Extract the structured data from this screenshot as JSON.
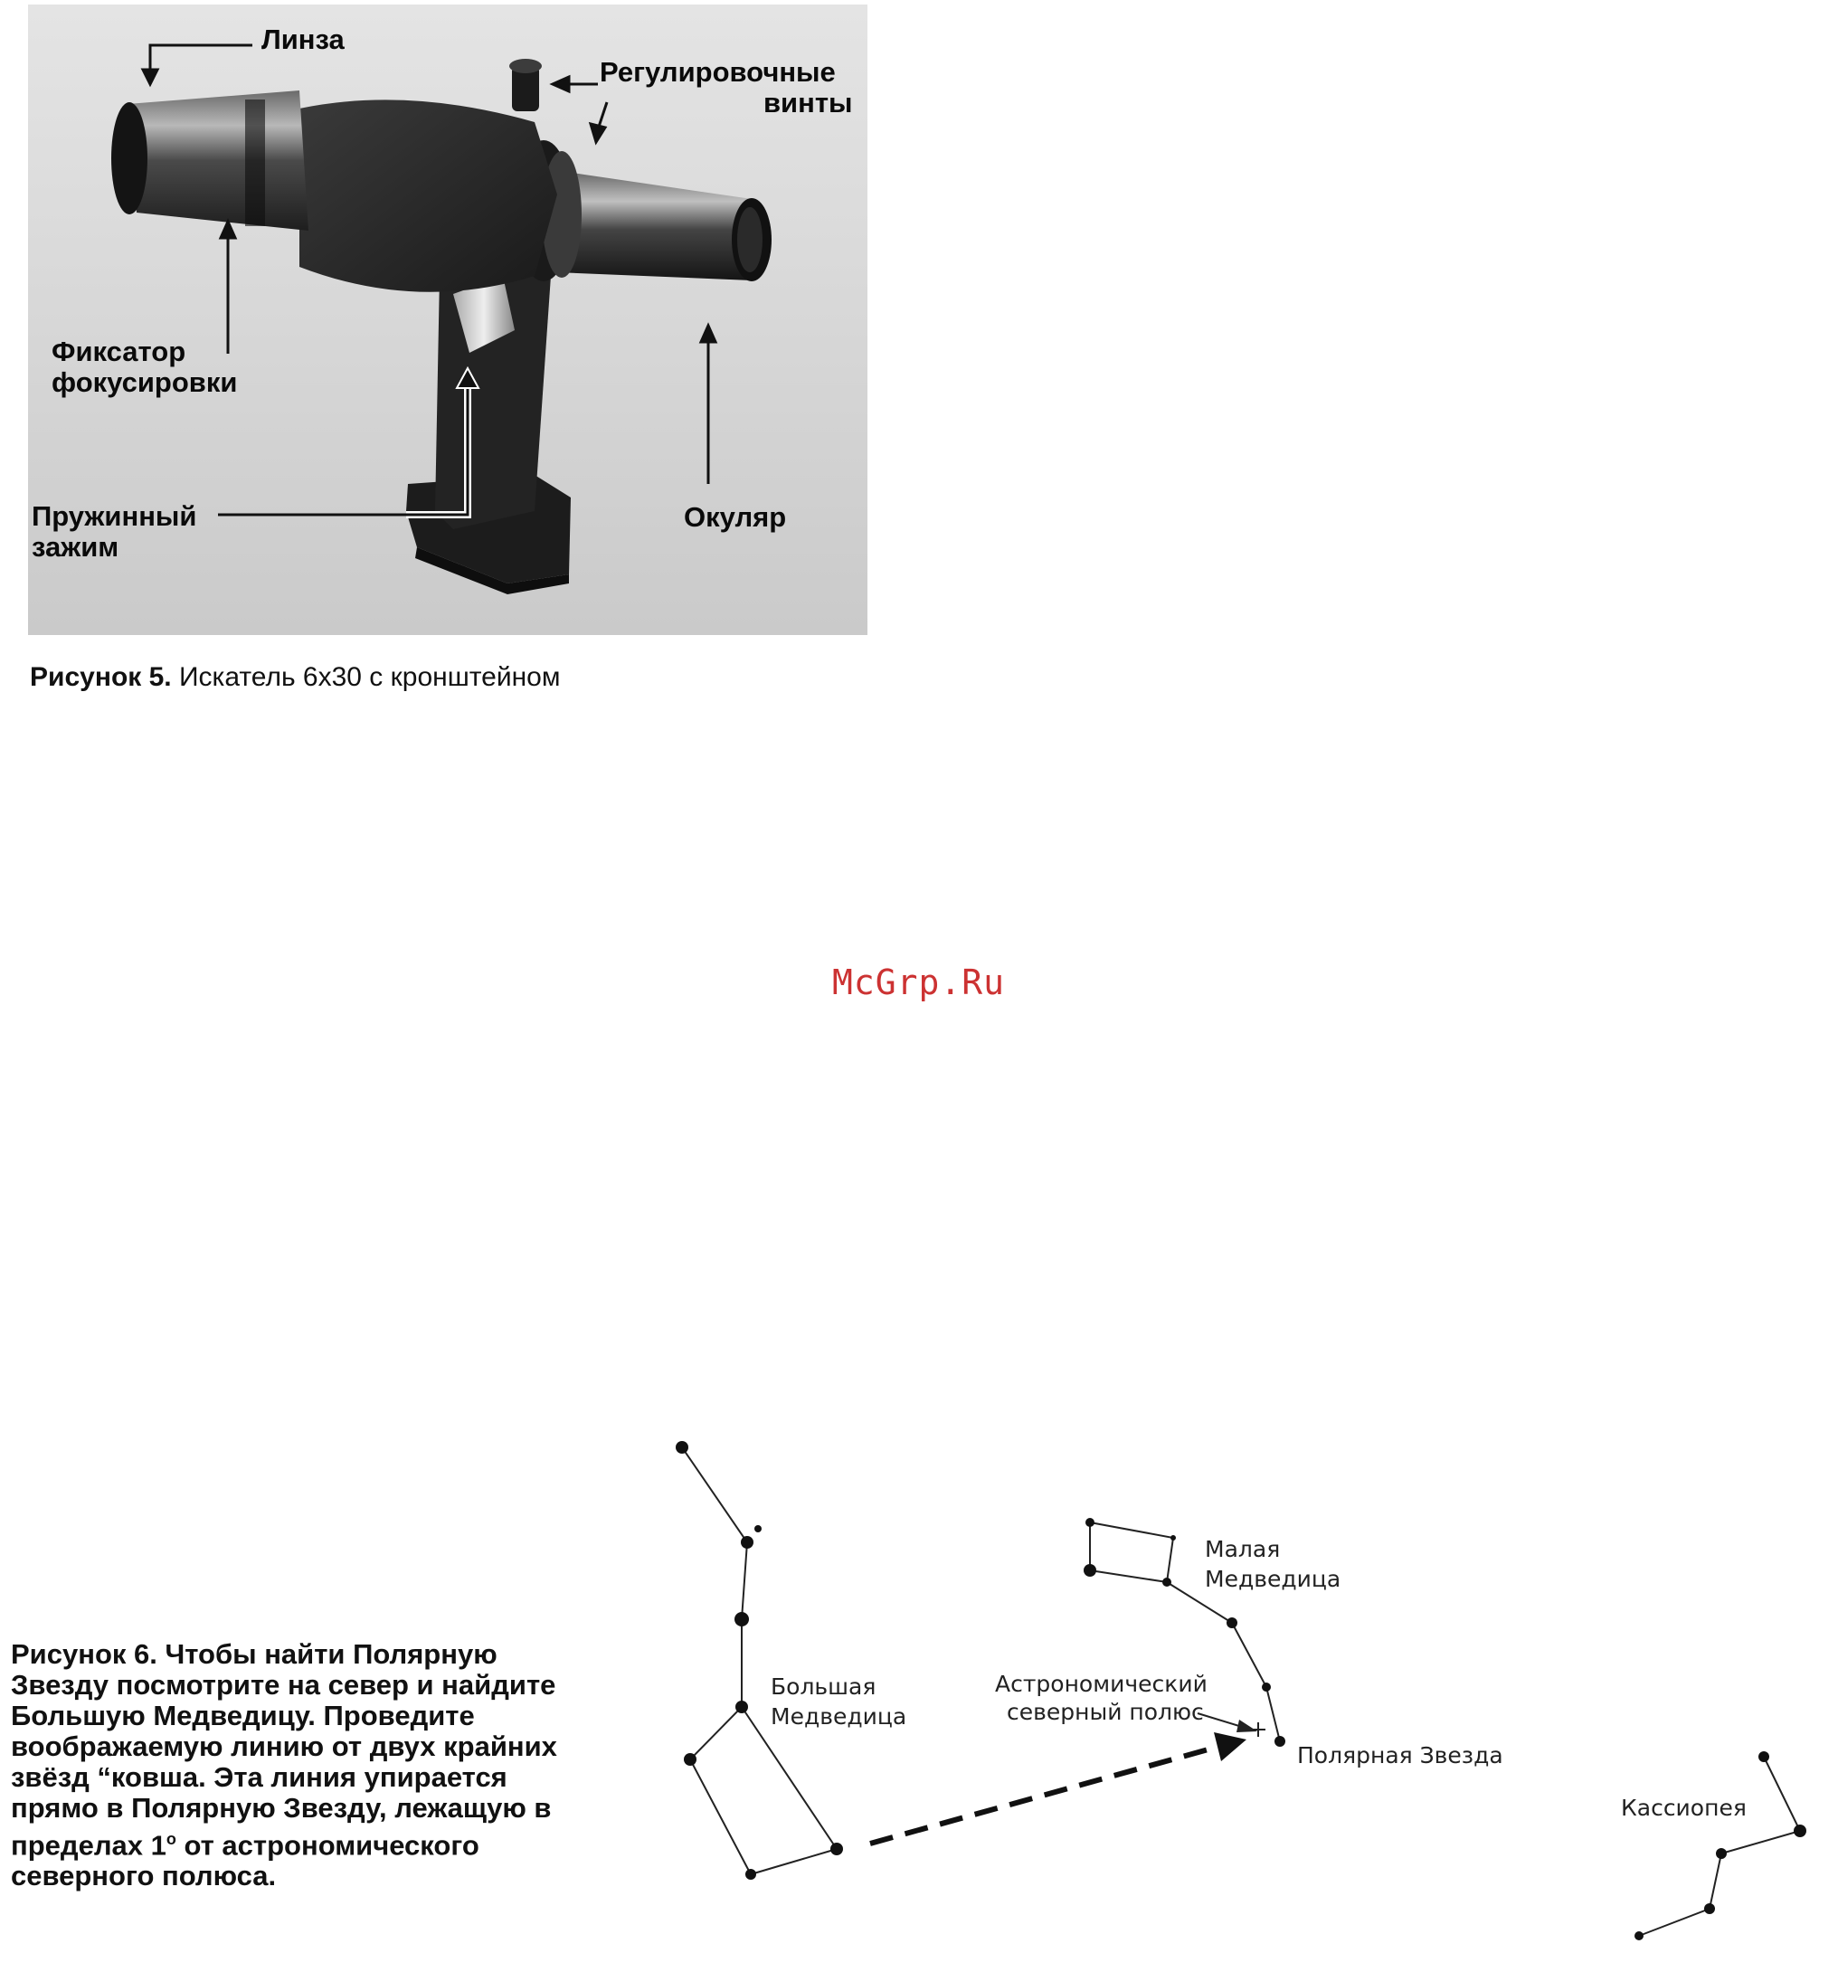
{
  "figure5": {
    "labels": {
      "lens": "Линза",
      "adjust_1": "Регулировочные",
      "adjust_2": "винты",
      "focus_1": "Фиксатор",
      "focus_2": "фокусировки",
      "spring_1": "Пружинный",
      "spring_2": "зажим",
      "eyepiece": "Окуляр"
    },
    "caption_bold": "Рисунок 5.",
    "caption_text": " Искатель 6x30 с кронштейном"
  },
  "watermark": "McGrp.Ru",
  "figure6": {
    "caption_bold": "Рисунок 6.",
    "caption_text": " Чтобы найти Полярную Звезду посмотрите на север и найдите Большую Медведицу. Проведите воображаемую линию от двух крайних звёзд “ковша. Эта линия упирается прямо в Полярную Звезду, лежащую в пределах 1",
    "caption_sup": "o",
    "caption_tail": " от астрономического северного полюса.",
    "labels": {
      "ursa_major_1": "Большая",
      "ursa_major_2": "Медведица",
      "ursa_minor_1": "Малая",
      "ursa_minor_2": "Медведица",
      "pole_1": "Астрономический",
      "pole_2": "северный полюс",
      "polaris": "Полярная Звезда",
      "cassiopeia": "Кассиопея"
    }
  }
}
